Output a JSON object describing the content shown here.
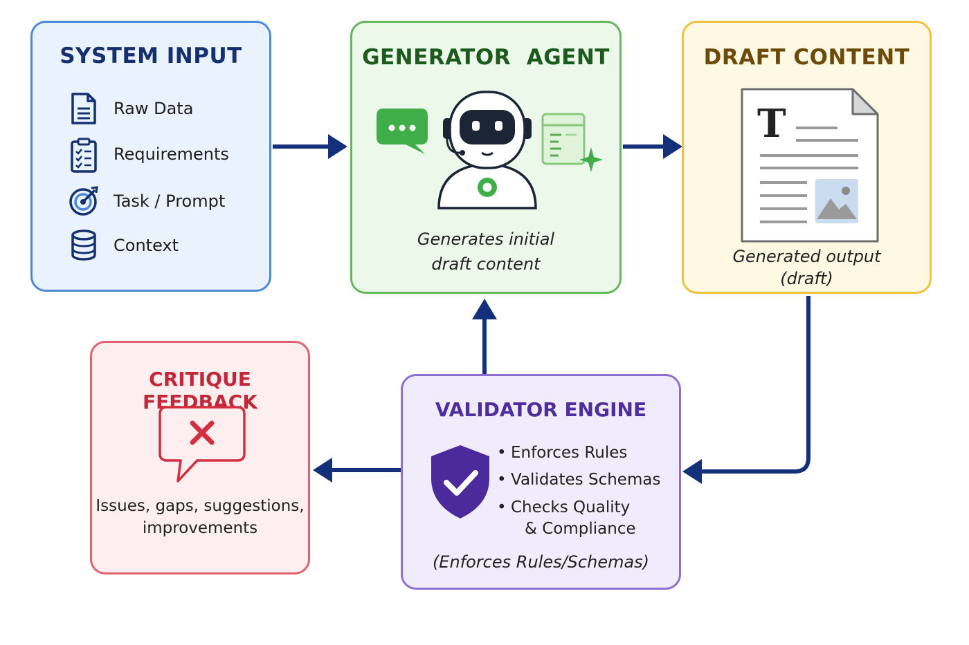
{
  "system_input": {
    "title": "SYSTEM INPUT",
    "items": [
      {
        "label": "Raw Data",
        "icon": "document-icon"
      },
      {
        "label": "Requirements",
        "icon": "checklist-icon"
      },
      {
        "label": "Task / Prompt",
        "icon": "target-icon"
      },
      {
        "label": "Context",
        "icon": "database-icon"
      }
    ]
  },
  "generator_agent": {
    "title": "GENERATOR  AGENT",
    "caption_line1": "Generates initial",
    "caption_line2": "draft content"
  },
  "draft_content": {
    "title": "DRAFT CONTENT",
    "doc_glyph": "T",
    "caption_line1": "Generated output",
    "caption_line2": "(draft)"
  },
  "critique_feedback": {
    "title": "CRITIQUE FEEDBACK",
    "caption_line1": "Issues, gaps, suggestions,",
    "caption_line2": "improvements"
  },
  "validator_engine": {
    "title": "VALIDATOR ENGINE",
    "bullets": [
      "Enforces Rules",
      "Validates Schemas",
      "Checks Quality"
    ],
    "bullet3_line2": "& Compliance",
    "footer": "(Enforces Rules/Schemas)"
  },
  "colors": {
    "arrow": "#14307a",
    "system_input": "#4a89d8",
    "generator_agent": "#62b85a",
    "draft_content": "#ecc23f",
    "critique_feedback": "#e0626f",
    "validator_engine": "#8d6fd0"
  }
}
